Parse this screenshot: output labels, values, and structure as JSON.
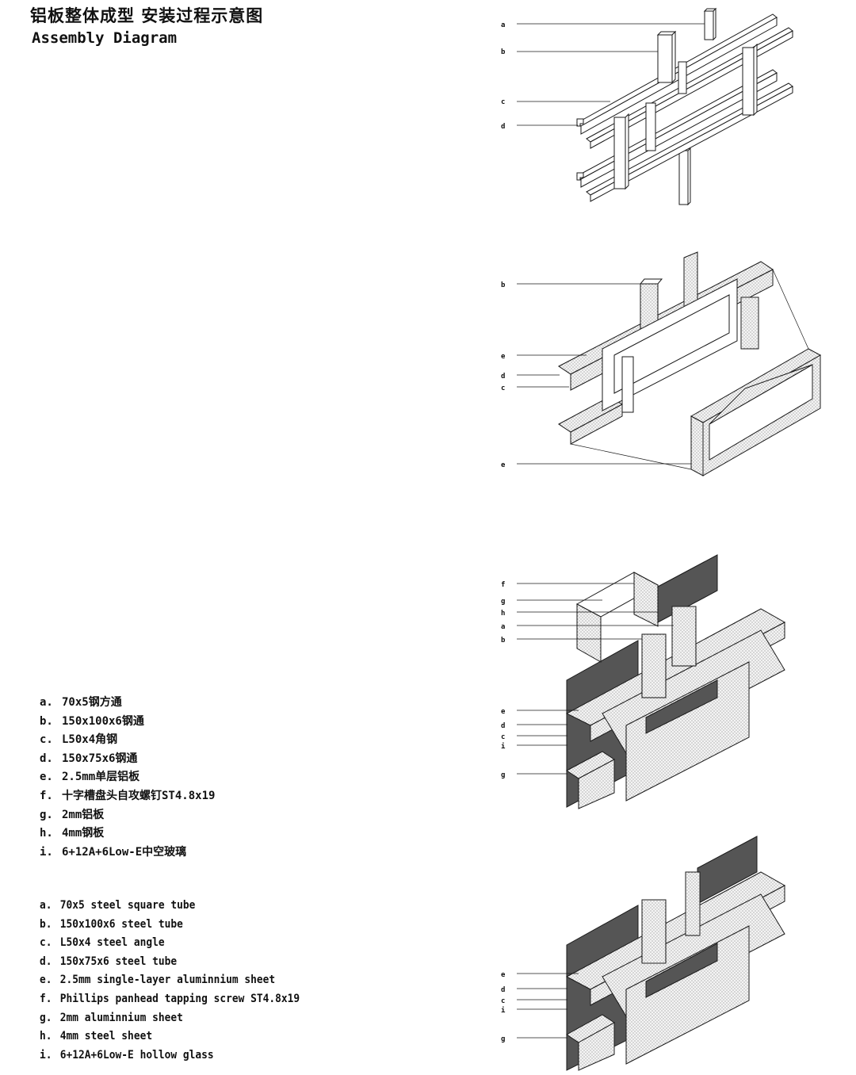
{
  "title_cn": "铝板整体成型 安装过程示意图",
  "title_en": "Assembly Diagram",
  "legend_cn": [
    {
      "key": "a.",
      "text": "70x5钢方通"
    },
    {
      "key": "b.",
      "text": "150x100x6钢通"
    },
    {
      "key": "c.",
      "text": "L50x4角钢"
    },
    {
      "key": "d.",
      "text": "150x75x6钢通"
    },
    {
      "key": "e.",
      "text": "2.5mm单层铝板"
    },
    {
      "key": "f.",
      "text": "十字槽盘头自攻螺钉ST4.8x19"
    },
    {
      "key": "g.",
      "text": "2mm铝板"
    },
    {
      "key": "h.",
      "text": "4mm钢板"
    },
    {
      "key": "i.",
      "text": "6+12A+6Low-E中空玻璃"
    }
  ],
  "legend_en": [
    {
      "key": "a.",
      "text": "70x5 steel square tube"
    },
    {
      "key": "b.",
      "text": "150x100x6 steel tube"
    },
    {
      "key": "c.",
      "text": "L50x4 steel angle"
    },
    {
      "key": "d.",
      "text": "150x75x6 steel tube"
    },
    {
      "key": "e.",
      "text": "2.5mm single-layer aluminnium sheet"
    },
    {
      "key": "f.",
      "text": "Phillips panhead tapping screw ST4.8x19"
    },
    {
      "key": "g.",
      "text": "2mm aluminnium sheet"
    },
    {
      "key": "h.",
      "text": "4mm steel sheet"
    },
    {
      "key": "i.",
      "text": "6+12A+6Low-E hollow glass"
    }
  ],
  "diagram_labels": {
    "step1": [
      "a",
      "b",
      "c",
      "d"
    ],
    "step2": [
      "b",
      "e",
      "d",
      "c",
      "e"
    ],
    "step3": [
      "f",
      "g",
      "h",
      "a",
      "b",
      "e",
      "d",
      "c",
      "i",
      "g"
    ],
    "step4": [
      "e",
      "d",
      "c",
      "i",
      "g"
    ]
  },
  "colors": {
    "line": "#1a1a1a",
    "panel_fill": "#e9e9e9",
    "dark_panel": "#555555"
  }
}
